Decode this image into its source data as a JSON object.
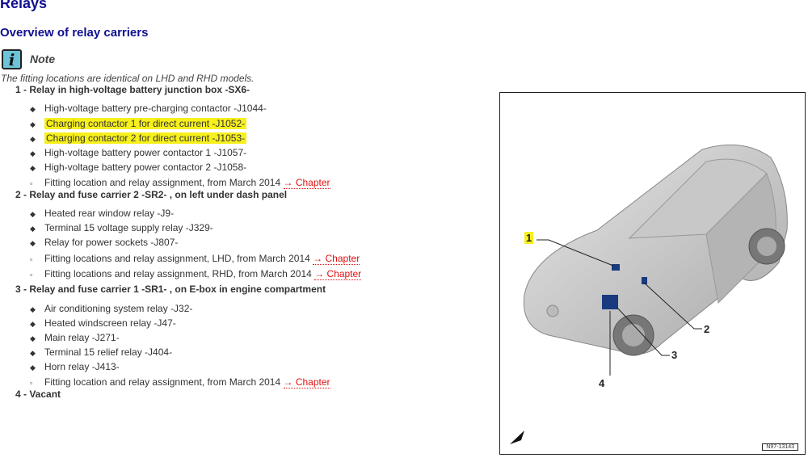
{
  "title": "Relays",
  "subtitle": "Overview of relay carriers",
  "note": {
    "icon": "info-icon",
    "label": "Note",
    "text": "The fitting locations are identical on LHD and RHD models."
  },
  "sections": [
    {
      "heading": "1 - Relay in high-voltage battery junction box -SX6-",
      "items": [
        {
          "text": "High-voltage battery pre-charging contactor -J1044-"
        },
        {
          "text": "Charging contactor 1 for direct current -J1052-",
          "highlight": true
        },
        {
          "text": "Charging contactor 2 for direct current -J1053-",
          "highlight": true
        },
        {
          "text": "High-voltage battery power contactor 1 -J1057-"
        },
        {
          "text": "High-voltage battery power contactor 2 -J1058-"
        },
        {
          "text": "Fitting location and relay assignment, from March 2014",
          "link": "→ Chapter"
        }
      ]
    },
    {
      "heading": "2 - Relay and fuse carrier 2 -SR2- , on left under dash panel",
      "items": [
        {
          "text": "Heated rear window relay -J9-"
        },
        {
          "text": "Terminal 15 voltage supply relay -J329-"
        },
        {
          "text": "Relay for power sockets -J807-"
        },
        {
          "text": "Fitting locations and relay assignment, LHD, from March 2014",
          "link": "→ Chapter"
        },
        {
          "text": "Fitting locations and relay assignment, RHD, from March 2014",
          "link": "→ Chapter"
        }
      ]
    },
    {
      "heading": "3 - Relay and fuse carrier 1 -SR1- , on E-box in engine compartment",
      "items": [
        {
          "text": "Air conditioning system relay -J32-"
        },
        {
          "text": "Heated windscreen relay -J47-"
        },
        {
          "text": "Main relay -J271-"
        },
        {
          "text": "Terminal 15 relief relay -J404-"
        },
        {
          "text": "Horn relay -J413-"
        },
        {
          "text": "Fitting location and relay assignment, from March 2014",
          "link": "→ Chapter"
        }
      ]
    },
    {
      "heading": "4 - Vacant",
      "items": []
    }
  ],
  "figure": {
    "labels": [
      "1",
      "2",
      "3",
      "4"
    ],
    "code": "N97-13143",
    "highlight_color": "#f7f01c",
    "component_color": "#1a3a80"
  }
}
